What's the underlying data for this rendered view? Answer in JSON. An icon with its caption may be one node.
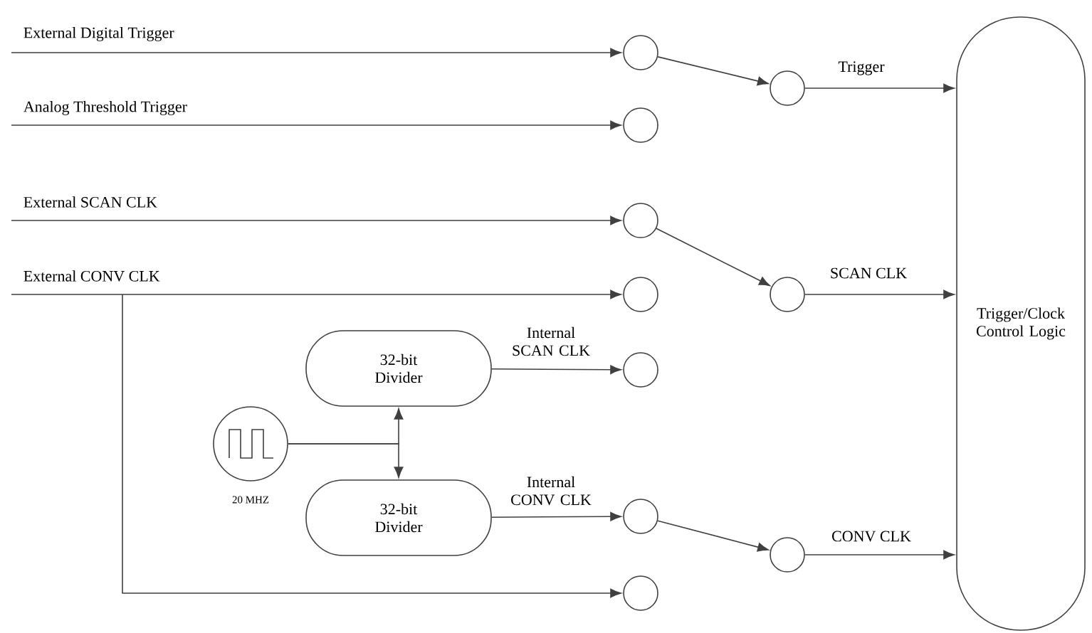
{
  "diagram": {
    "nodes": [
      {
        "text": [],
        "shape": "circle"
      },
      {
        "text": [],
        "shape": "circle"
      },
      {
        "text": [
          "Trigger/Clock Control Logic"
        ]
      },
      {
        "text": [],
        "shape": "circle"
      },
      {
        "text": [],
        "shape": "circle"
      },
      {
        "text": [],
        "shape": "circle"
      },
      {
        "text": [],
        "shape": "circle"
      },
      {
        "text": [
          "32-bit Divider"
        ]
      },
      {
        "text": [],
        "shape": "circle"
      },
      {
        "text": [],
        "shape": "circle",
        "beside": [
          "20 MHZ"
        ]
      },
      {
        "text": [
          "32-bit Divider"
        ]
      },
      {
        "text": [],
        "shape": "circle"
      },
      {
        "text": [],
        "shape": "circle"
      },
      {
        "text": [],
        "shape": "circle"
      }
    ],
    "edges": [
      {
        "from": null,
        "to": 0,
        "arrow": "to",
        "label": "External Digital Trigger"
      },
      {
        "from": null,
        "to": 3,
        "arrow": "to",
        "label": "Analog Threshold Trigger"
      },
      {
        "from": null,
        "to": 4,
        "arrow": "to",
        "label": "External SCAN CLK"
      },
      {
        "from": null,
        "to": 5,
        "arrow": "to",
        "label": "External CONV CLK"
      },
      {
        "from": null,
        "to": 13,
        "arrow": "to"
      },
      {
        "from": 0,
        "to": 1,
        "arrow": "to"
      },
      {
        "from": 1,
        "to": 2,
        "arrow": "to",
        "label": "Trigger"
      },
      {
        "from": 4,
        "to": 6,
        "arrow": "to"
      },
      {
        "from": 6,
        "to": 2,
        "arrow": "to",
        "label": "SCAN CLK"
      },
      {
        "from": 9,
        "to": 7,
        "arrow": "to"
      },
      {
        "from": 9,
        "to": 10,
        "arrow": "to"
      },
      {
        "from": 7,
        "to": 8,
        "arrow": "to",
        "label": "Internal SCAN CLK"
      },
      {
        "from": 10,
        "to": 11,
        "arrow": "to",
        "label": "Internal CONV CLK"
      },
      {
        "from": 11,
        "to": 12,
        "arrow": "to"
      },
      {
        "from": 12,
        "to": 2,
        "arrow": "to",
        "label": "CONV CLK"
      }
    ]
  }
}
